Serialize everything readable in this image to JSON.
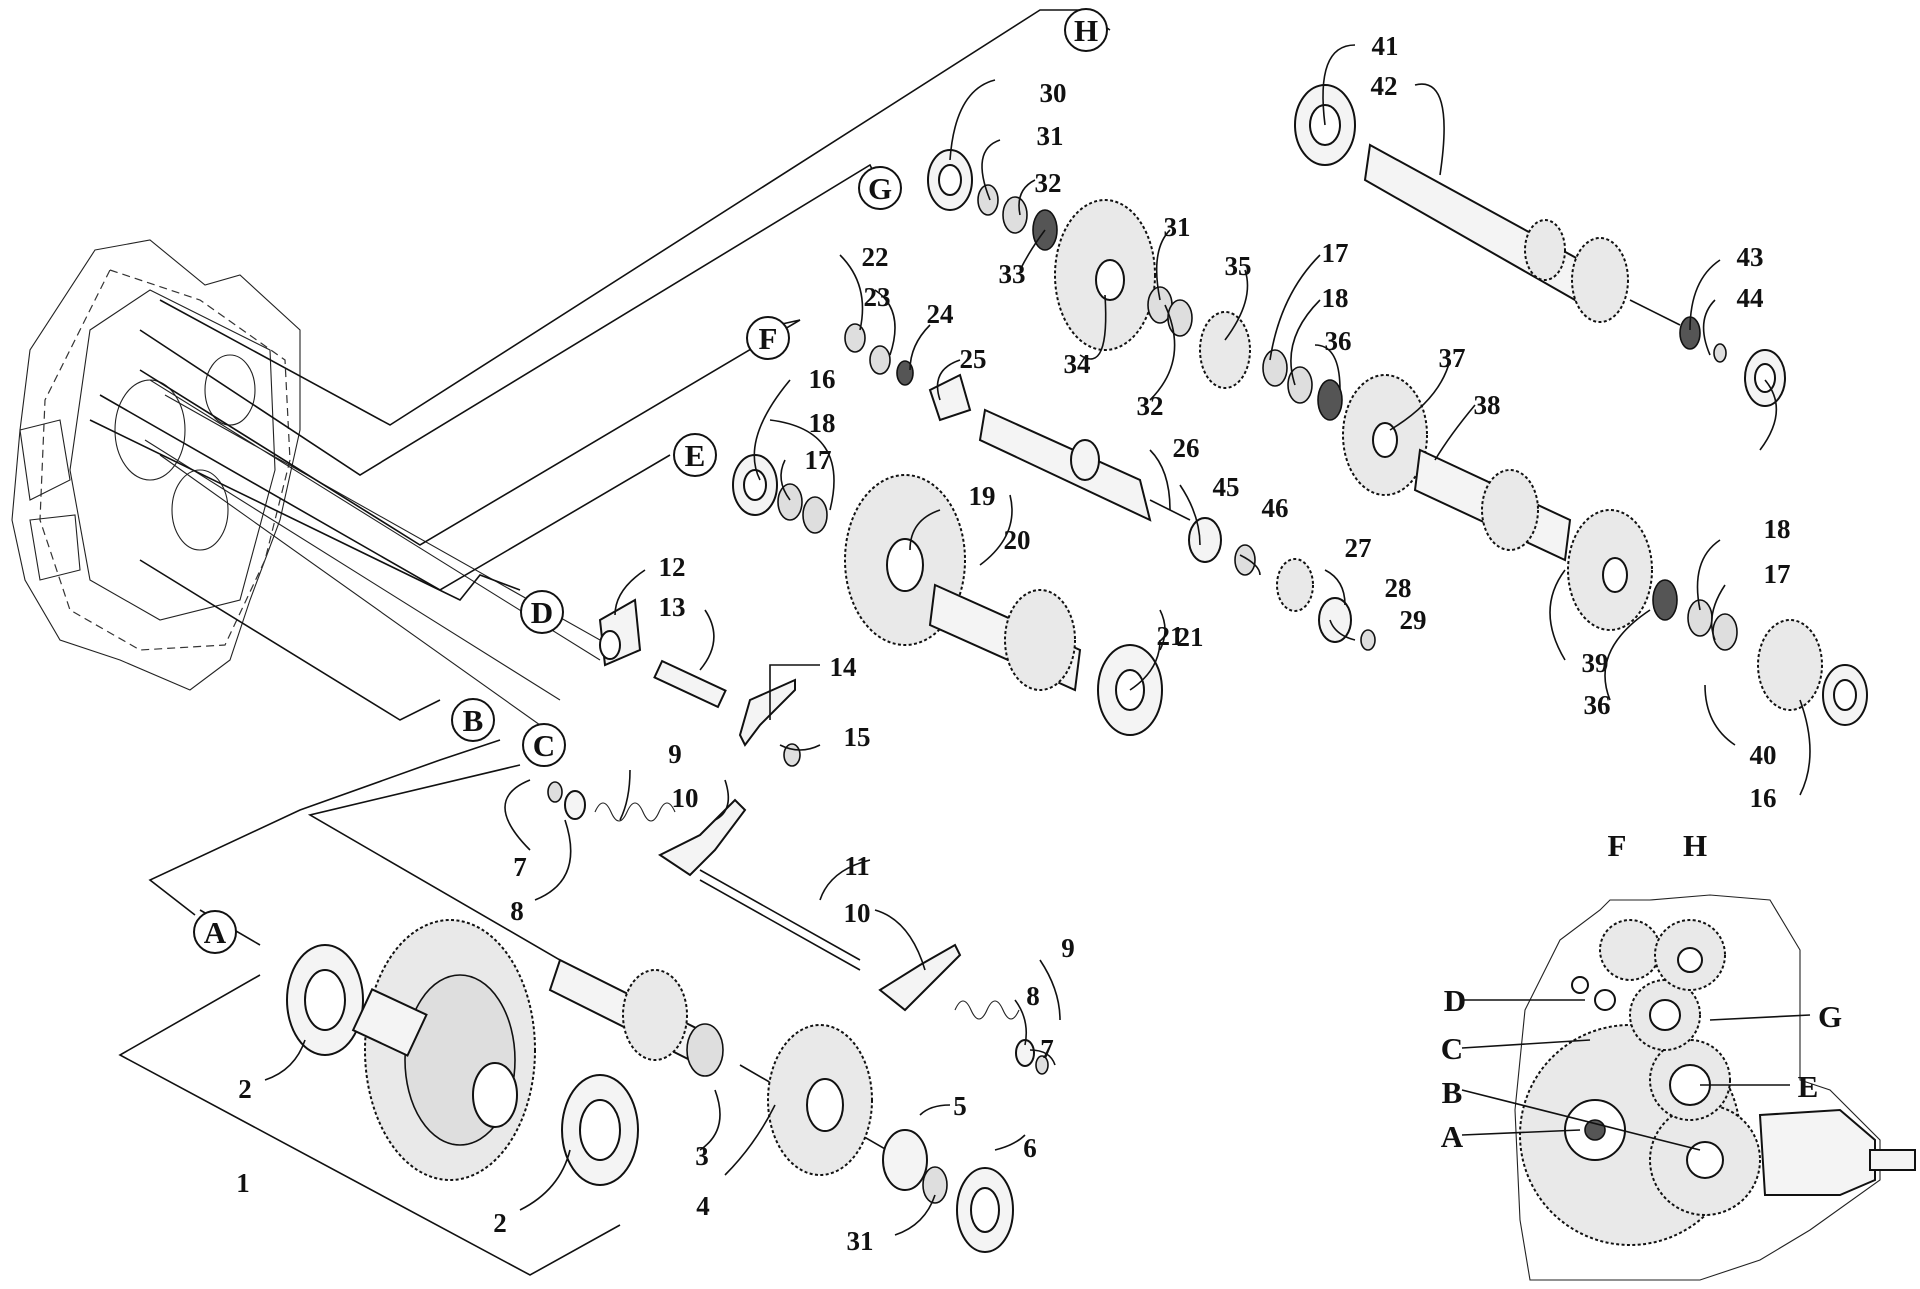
{
  "callouts": {
    "groups": [
      "A",
      "B",
      "C",
      "D",
      "E",
      "F",
      "G",
      "H"
    ],
    "parts": [
      "1",
      "2",
      "2",
      "3",
      "4",
      "5",
      "6",
      "31",
      "7",
      "8",
      "9",
      "10",
      "11",
      "10",
      "9",
      "8",
      "7",
      "12",
      "13",
      "14",
      "15",
      "16",
      "17",
      "18",
      "19",
      "20",
      "21",
      "22",
      "23",
      "24",
      "25",
      "26",
      "45",
      "46",
      "27",
      "28",
      "29",
      "30",
      "31",
      "32",
      "33",
      "34",
      "31",
      "32",
      "35",
      "17",
      "18",
      "36",
      "37",
      "38",
      "39",
      "36",
      "18",
      "17",
      "40",
      "16",
      "21",
      "41",
      "42",
      "43",
      "44"
    ],
    "inset": [
      "F",
      "H",
      "D",
      "G",
      "C",
      "E",
      "B",
      "A"
    ]
  },
  "colors": {
    "ink": "#111111",
    "paper": "#ffffff",
    "metal": "#e9e9e9"
  }
}
